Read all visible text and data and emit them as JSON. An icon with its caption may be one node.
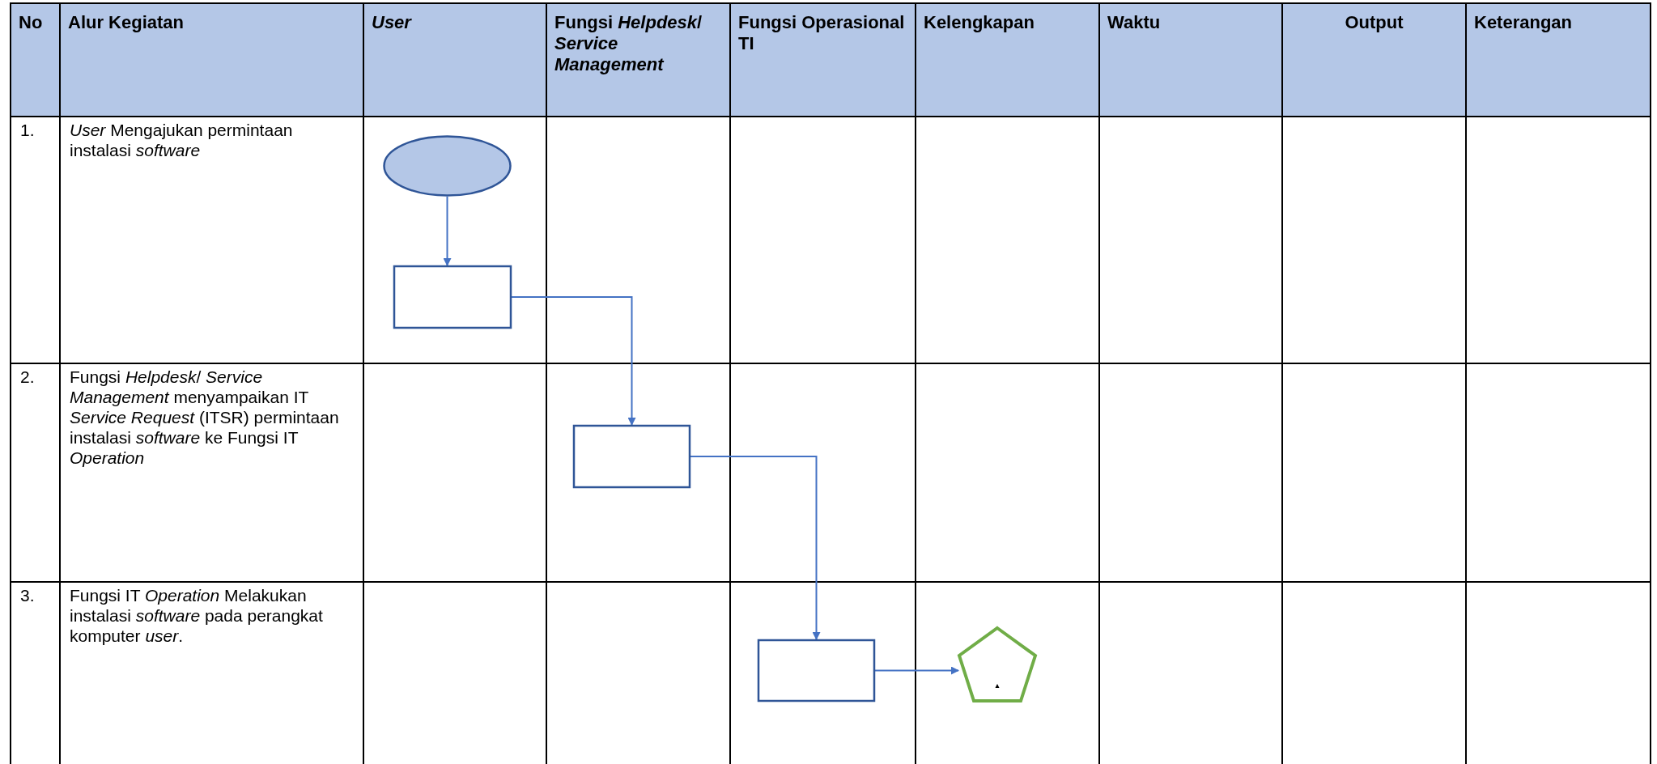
{
  "diagram": {
    "nodes": [
      {
        "text": [],
        "shape": "ellipse"
      },
      {
        "text": [],
        "shape": "box"
      },
      {
        "text": [],
        "shape": "box"
      },
      {
        "text": [],
        "shape": "box"
      },
      {
        "text": [],
        "shape": "pentagon"
      }
    ],
    "edges": [
      {
        "from": 0,
        "to": 1,
        "arrow": "to"
      },
      {
        "from": 1,
        "to": 2,
        "arrow": "to"
      },
      {
        "from": 2,
        "to": 3,
        "arrow": "to"
      },
      {
        "from": 3,
        "to": 4,
        "arrow": "to"
      }
    ],
    "labels": [
      "No",
      "Alur Kegiatan",
      "User",
      "Fungsi *Helpdesk*/ *Service Management*",
      "Fungsi Operasional TI",
      "Kelengkapan",
      "Waktu",
      "Output",
      "Keterangan",
      "1.",
      "*User* Mengajukan permintaan instalasi *software*",
      "2.",
      "Fungsi *Helpdesk*/ *Service Management* menyampaikan IT *Service Request* (ITSR) permintaan instalasi *software* ke Fungsi IT *Operation*",
      "3.",
      "Fungsi IT *Operation* Melakukan instalasi *software* pada perangkat komputer *user*."
    ]
  }
}
